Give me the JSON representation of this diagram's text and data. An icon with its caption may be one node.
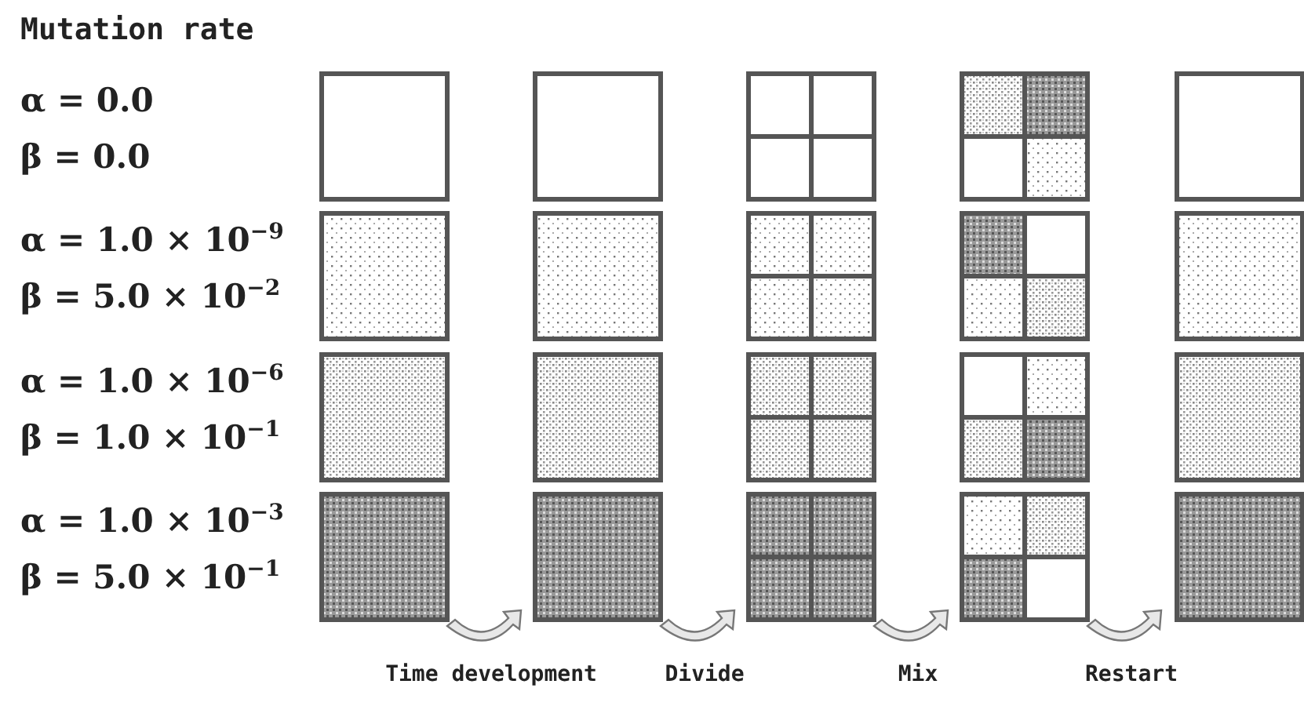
{
  "diagram": {
    "title": "Mutation rate",
    "labels": [
      "α = 0.0",
      "β = 0.0",
      "α = 1.0 × 10$^{−9}$",
      "β = 5.0 × 10$^{−2}$",
      "α = 1.0 × 10$^{−6}$",
      "β = 1.0 × 10$^{−1}$",
      "α = 1.0 × 10$^{−3}$",
      "β = 5.0 × 10$^{−1}$",
      "Time development",
      "Divide",
      "Mix",
      "Restart"
    ]
  }
}
